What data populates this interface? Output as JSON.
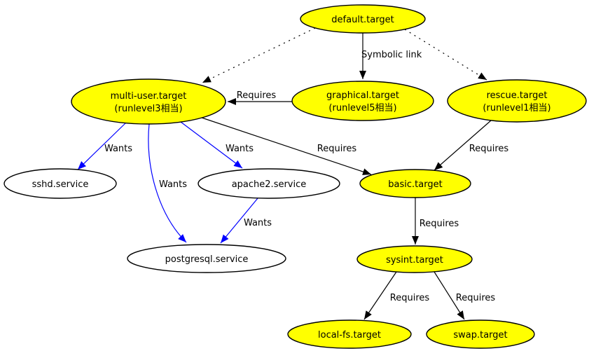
{
  "colors": {
    "background": "#ffffff",
    "node_fill_active": "#ffff00",
    "node_fill_plain": "#ffffff",
    "node_stroke": "#000000",
    "edge_black": "#000000",
    "edge_blue": "#0000ff",
    "text": "#000000"
  },
  "nodes": {
    "default_target": {
      "label": "default.target"
    },
    "multi_user_target": {
      "label": "multi-user.target",
      "sublabel": "(runlevel3相当)"
    },
    "graphical_target": {
      "label": "graphical.target",
      "sublabel": "(runlevel5相当)"
    },
    "rescue_target": {
      "label": "rescue.target",
      "sublabel": "(runlevel1相当)"
    },
    "sshd_service": {
      "label": "sshd.service"
    },
    "apache2_service": {
      "label": "apache2.service"
    },
    "basic_target": {
      "label": "basic.target"
    },
    "postgresql_service": {
      "label": "postgresql.service"
    },
    "sysint_target": {
      "label": "sysint.target"
    },
    "local_fs_target": {
      "label": "local-fs.target"
    },
    "swap_target": {
      "label": "swap.target"
    }
  },
  "edges": [
    {
      "from": "default.target",
      "to": "multi-user.target",
      "label": "",
      "style": "dotted",
      "color": "black"
    },
    {
      "from": "default.target",
      "to": "graphical.target",
      "label": "Symbolic link",
      "style": "solid",
      "color": "black"
    },
    {
      "from": "default.target",
      "to": "rescue.target",
      "label": "",
      "style": "dotted",
      "color": "black"
    },
    {
      "from": "graphical.target",
      "to": "multi-user.target",
      "label": "Requires",
      "style": "solid",
      "color": "black"
    },
    {
      "from": "multi-user.target",
      "to": "sshd.service",
      "label": "Wants",
      "style": "solid",
      "color": "blue"
    },
    {
      "from": "multi-user.target",
      "to": "apache2.service",
      "label": "Wants",
      "style": "solid",
      "color": "blue"
    },
    {
      "from": "multi-user.target",
      "to": "postgresql.service",
      "label": "Wants",
      "style": "solid",
      "color": "blue"
    },
    {
      "from": "apache2.service",
      "to": "postgresql.service",
      "label": "Wants",
      "style": "solid",
      "color": "blue"
    },
    {
      "from": "multi-user.target",
      "to": "basic.target",
      "label": "Requires",
      "style": "solid",
      "color": "black"
    },
    {
      "from": "rescue.target",
      "to": "basic.target",
      "label": "Requires",
      "style": "solid",
      "color": "black"
    },
    {
      "from": "basic.target",
      "to": "sysint.target",
      "label": "Requires",
      "style": "solid",
      "color": "black"
    },
    {
      "from": "sysint.target",
      "to": "local-fs.target",
      "label": "Requires",
      "style": "solid",
      "color": "black"
    },
    {
      "from": "sysint.target",
      "to": "swap.target",
      "label": "Requires",
      "style": "solid",
      "color": "black"
    }
  ]
}
